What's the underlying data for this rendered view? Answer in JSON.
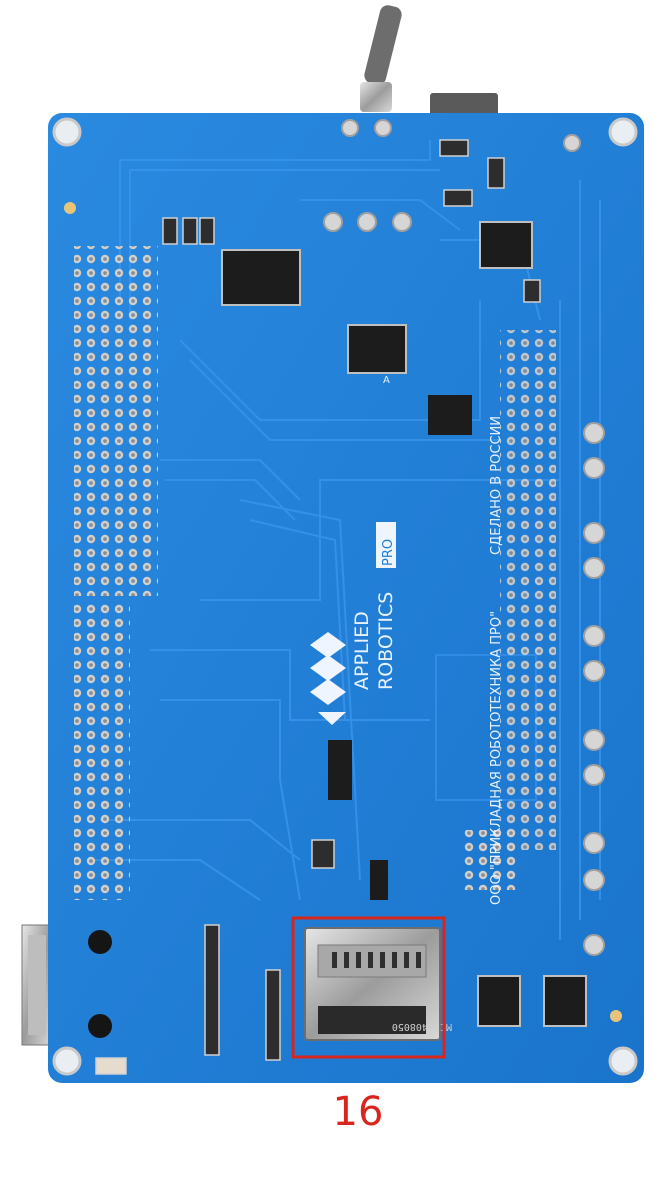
{
  "photo": {
    "subject": "Blue printed circuit board, back side",
    "board_color": "#1f7fd6",
    "board_edge_color": "#1a6fc0",
    "trace_color": "#2a8be6",
    "pad_color": "#d8d8d8",
    "chip_color": "#1c1c1c",
    "highlight_color": "#d8261d"
  },
  "silkscreen": {
    "brand_line_1": "APPLIED",
    "brand_line_2": "ROBOTICS",
    "brand_badge": "PRO",
    "company": "ООО \"ПРИКЛАДНАЯ РОБОТОТЕХНИКА ПРО\"",
    "made_in": "СДЕЛАНО В РОССИИ",
    "chip_marking": "A",
    "sd_slot_marking": "MCE1408050"
  },
  "callout": {
    "number": "16",
    "label_target": "microSD card slot"
  },
  "icons": {
    "logo": "applied-robotics-logo-icon"
  }
}
